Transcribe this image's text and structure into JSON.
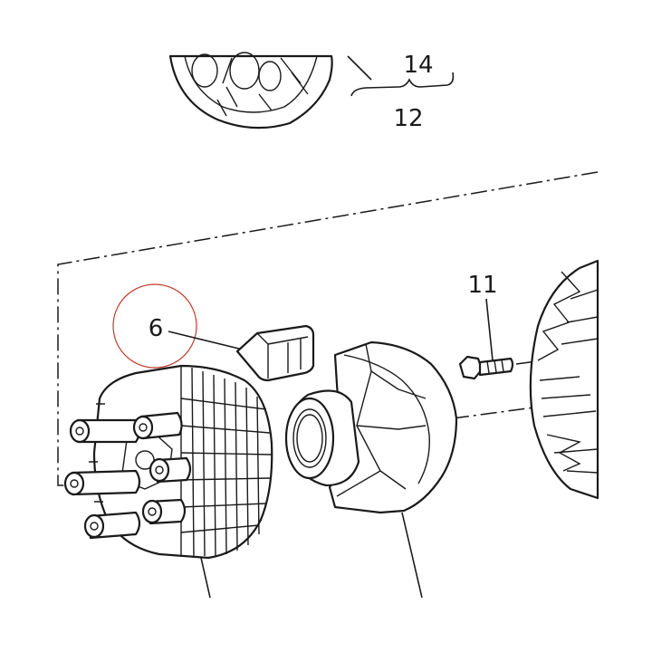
{
  "callouts": {
    "label_14": "14",
    "label_12": "12",
    "label_11": "11",
    "label_6": "6"
  },
  "highlight": {
    "circle_color": "#c0392b"
  },
  "colors": {
    "ink": "#1a1a1a",
    "background": "#ffffff"
  }
}
